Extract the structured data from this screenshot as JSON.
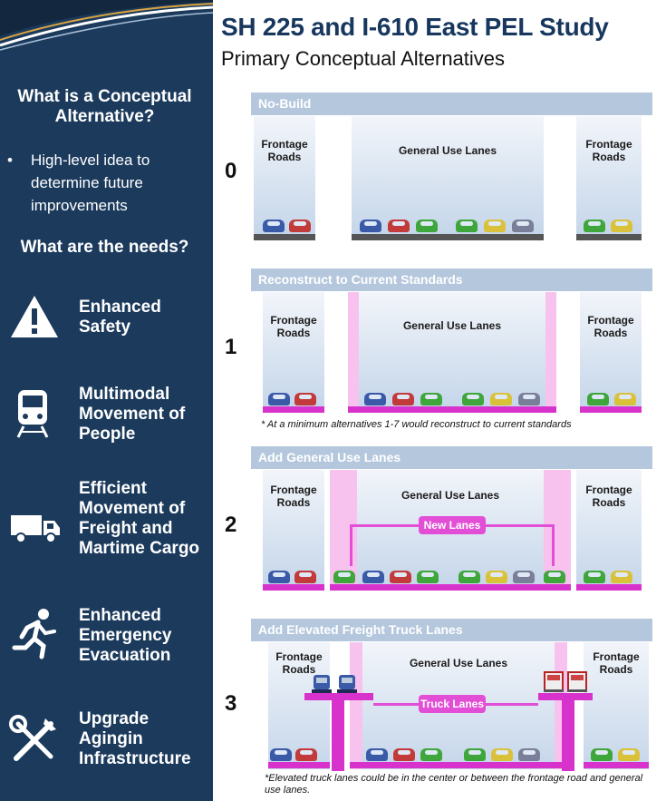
{
  "title": "SH 225 and I-610 East PEL Study",
  "subtitle": "Primary Conceptual Alternatives",
  "sidebar": {
    "heading1": "What is a Conceptual Alternative?",
    "bullet_dot": "•",
    "bullet": "High-level idea to determine future improvements",
    "heading2": "What are the needs?",
    "needs": [
      {
        "label": "Enhanced Safety",
        "icon": "warning-icon"
      },
      {
        "label": "Multimodal Movement of People",
        "icon": "train-icon"
      },
      {
        "label": "Efficient Movement of Freight and Martime Cargo",
        "icon": "truck-icon"
      },
      {
        "label": "Enhanced Emergency Evacuation",
        "icon": "running-person-icon"
      },
      {
        "label": "Upgrade Agingin Infrastructure",
        "icon": "tools-icon"
      }
    ]
  },
  "labels": {
    "frontage": "Frontage Roads",
    "general": "General Use Lanes",
    "new_lanes": "New Lanes",
    "truck_lanes": "Truck Lanes"
  },
  "alternatives": [
    {
      "number": "0",
      "name": "No-Build"
    },
    {
      "number": "1",
      "name": "Reconstruct to Current Standards",
      "note": "* At a minimum alternatives 1-7 would reconstruct to current standards"
    },
    {
      "number": "2",
      "name": "Add General Use Lanes"
    },
    {
      "number": "3",
      "name": "Add Elevated Freight Truck Lanes",
      "note": "*Elevated truck lanes could be in the center or between the frontage road and general use lanes."
    }
  ],
  "colors": {
    "sidebar": "#1b3a5c",
    "title": "#17375e",
    "header_bar": "#b4c7dd",
    "highlight": "#f7c3ee",
    "magenta": "#e24fd6",
    "road_gray": "#555555",
    "car_colors": [
      "#3a5aa8",
      "#c23a3a",
      "#3ea63a",
      "#d9c23a",
      "#7a7f99"
    ]
  }
}
